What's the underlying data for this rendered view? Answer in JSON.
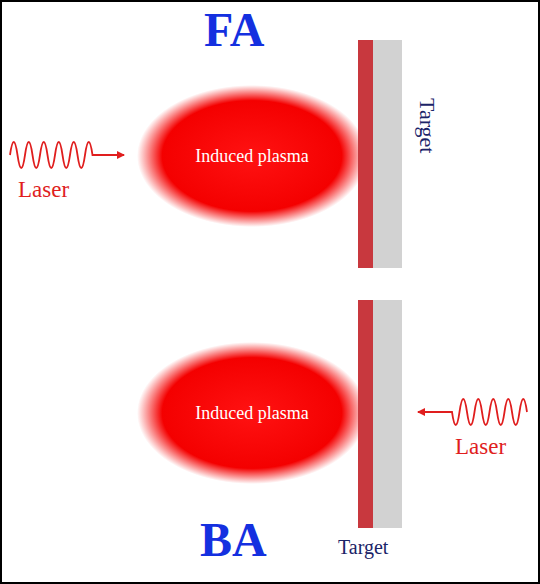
{
  "diagram": {
    "nodes": [
      {
        "text": [
          "Induced plasma"
        ]
      },
      {
        "text": [
          "Target"
        ]
      },
      {
        "text": [
          "Induced plasma"
        ]
      },
      {
        "text": [
          "Target"
        ]
      }
    ],
    "labels": [
      "FA",
      "Laser",
      "Laser",
      "BA"
    ]
  }
}
